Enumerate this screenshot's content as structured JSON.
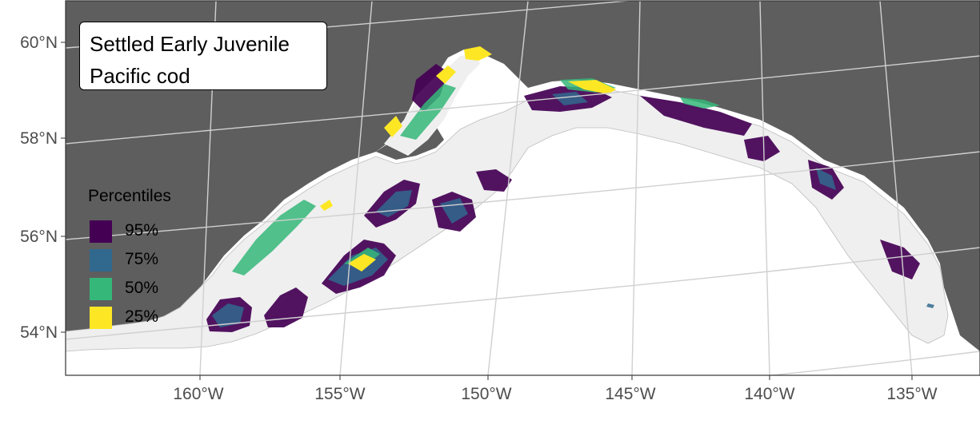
{
  "title": {
    "line1": "Settled Early Juvenile",
    "line2": "Pacific cod"
  },
  "legend": {
    "title": "Percentiles",
    "items": [
      {
        "label": "95%",
        "color": "#440154"
      },
      {
        "label": "75%",
        "color": "#31688E"
      },
      {
        "label": "50%",
        "color": "#35B779"
      },
      {
        "label": "25%",
        "color": "#FDE725"
      }
    ]
  },
  "axes": {
    "lat_labels": [
      "60°N",
      "58°N",
      "56°N",
      "54°N"
    ],
    "lon_labels": [
      "160°W",
      "155°W",
      "150°W",
      "145°W",
      "140°W",
      "135°W"
    ]
  },
  "colors": {
    "land": "#5e5e5e",
    "shelf": "#efefef",
    "ocean": "#ffffff",
    "graticule": "#d0d0d0"
  }
}
